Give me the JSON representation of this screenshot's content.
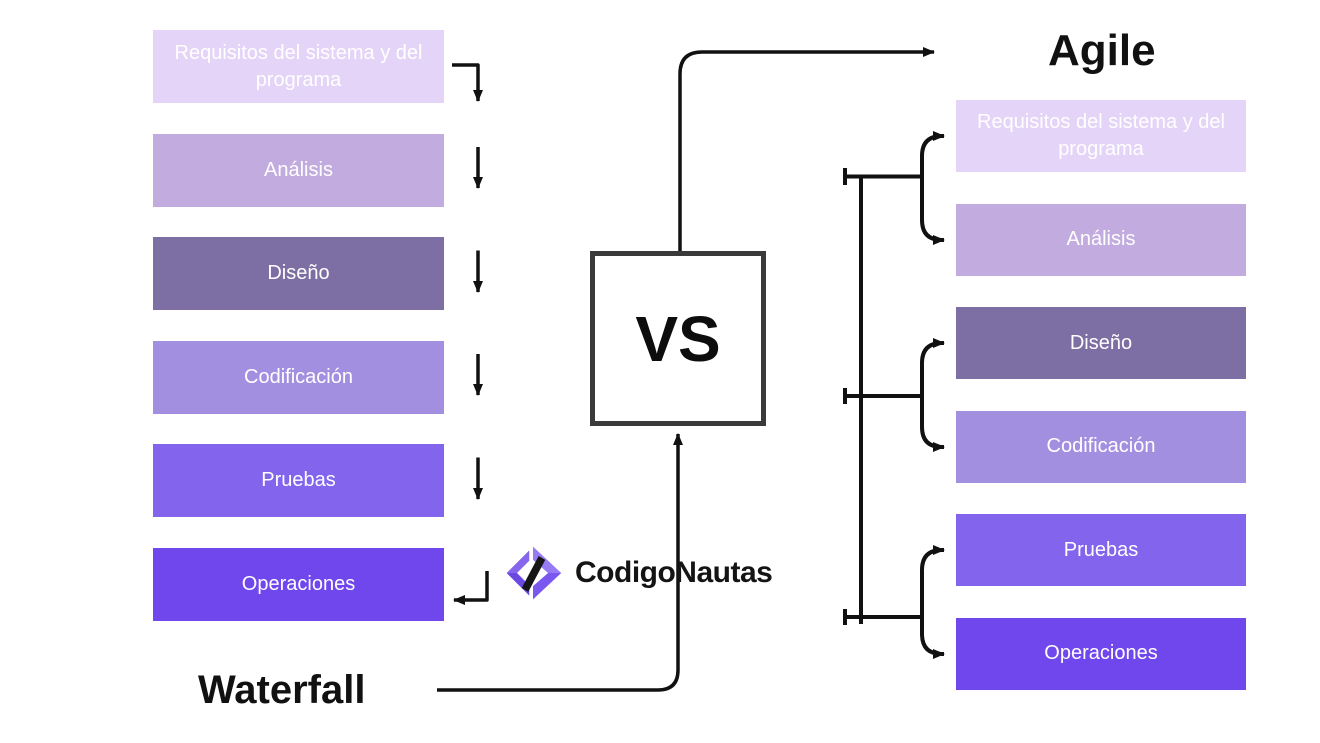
{
  "titles": {
    "waterfall": "Waterfall",
    "agile": "Agile",
    "versus": "VS"
  },
  "stages": {
    "waterfall": [
      {
        "label": "Requisitos del sistema y del programa",
        "color": "#e4d4f7"
      },
      {
        "label": "Análisis",
        "color": "#c2abdf"
      },
      {
        "label": "Diseño",
        "color": "#7d6fa3"
      },
      {
        "label": "Codificación",
        "color": "#a38fe0"
      },
      {
        "label": "Pruebas",
        "color": "#8264ed"
      },
      {
        "label": "Operaciones",
        "color": "#7046ed"
      }
    ],
    "agile": [
      {
        "label": "Requisitos del sistema y del programa",
        "color": "#e4d4f7"
      },
      {
        "label": "Análisis",
        "color": "#c2abdf"
      },
      {
        "label": "Diseño",
        "color": "#7d6fa3"
      },
      {
        "label": "Codificación",
        "color": "#a38fe0"
      },
      {
        "label": "Pruebas",
        "color": "#8264ed"
      },
      {
        "label": "Operaciones",
        "color": "#7046ed"
      }
    ]
  },
  "logo": {
    "name": "CodigoNautas",
    "icon": "code-brackets-icon",
    "icon_colors": {
      "left_top": "#8566ec",
      "left_bottom": "#6a48e2",
      "right_top": "#977bf4",
      "right_bottom": "#7a57ef",
      "slash": "#161616"
    }
  },
  "style": {
    "stage_text_color": "#ffffff",
    "arrow_color": "#111111",
    "vs_border_color": "#3a3a3a",
    "background": "#ffffff"
  }
}
